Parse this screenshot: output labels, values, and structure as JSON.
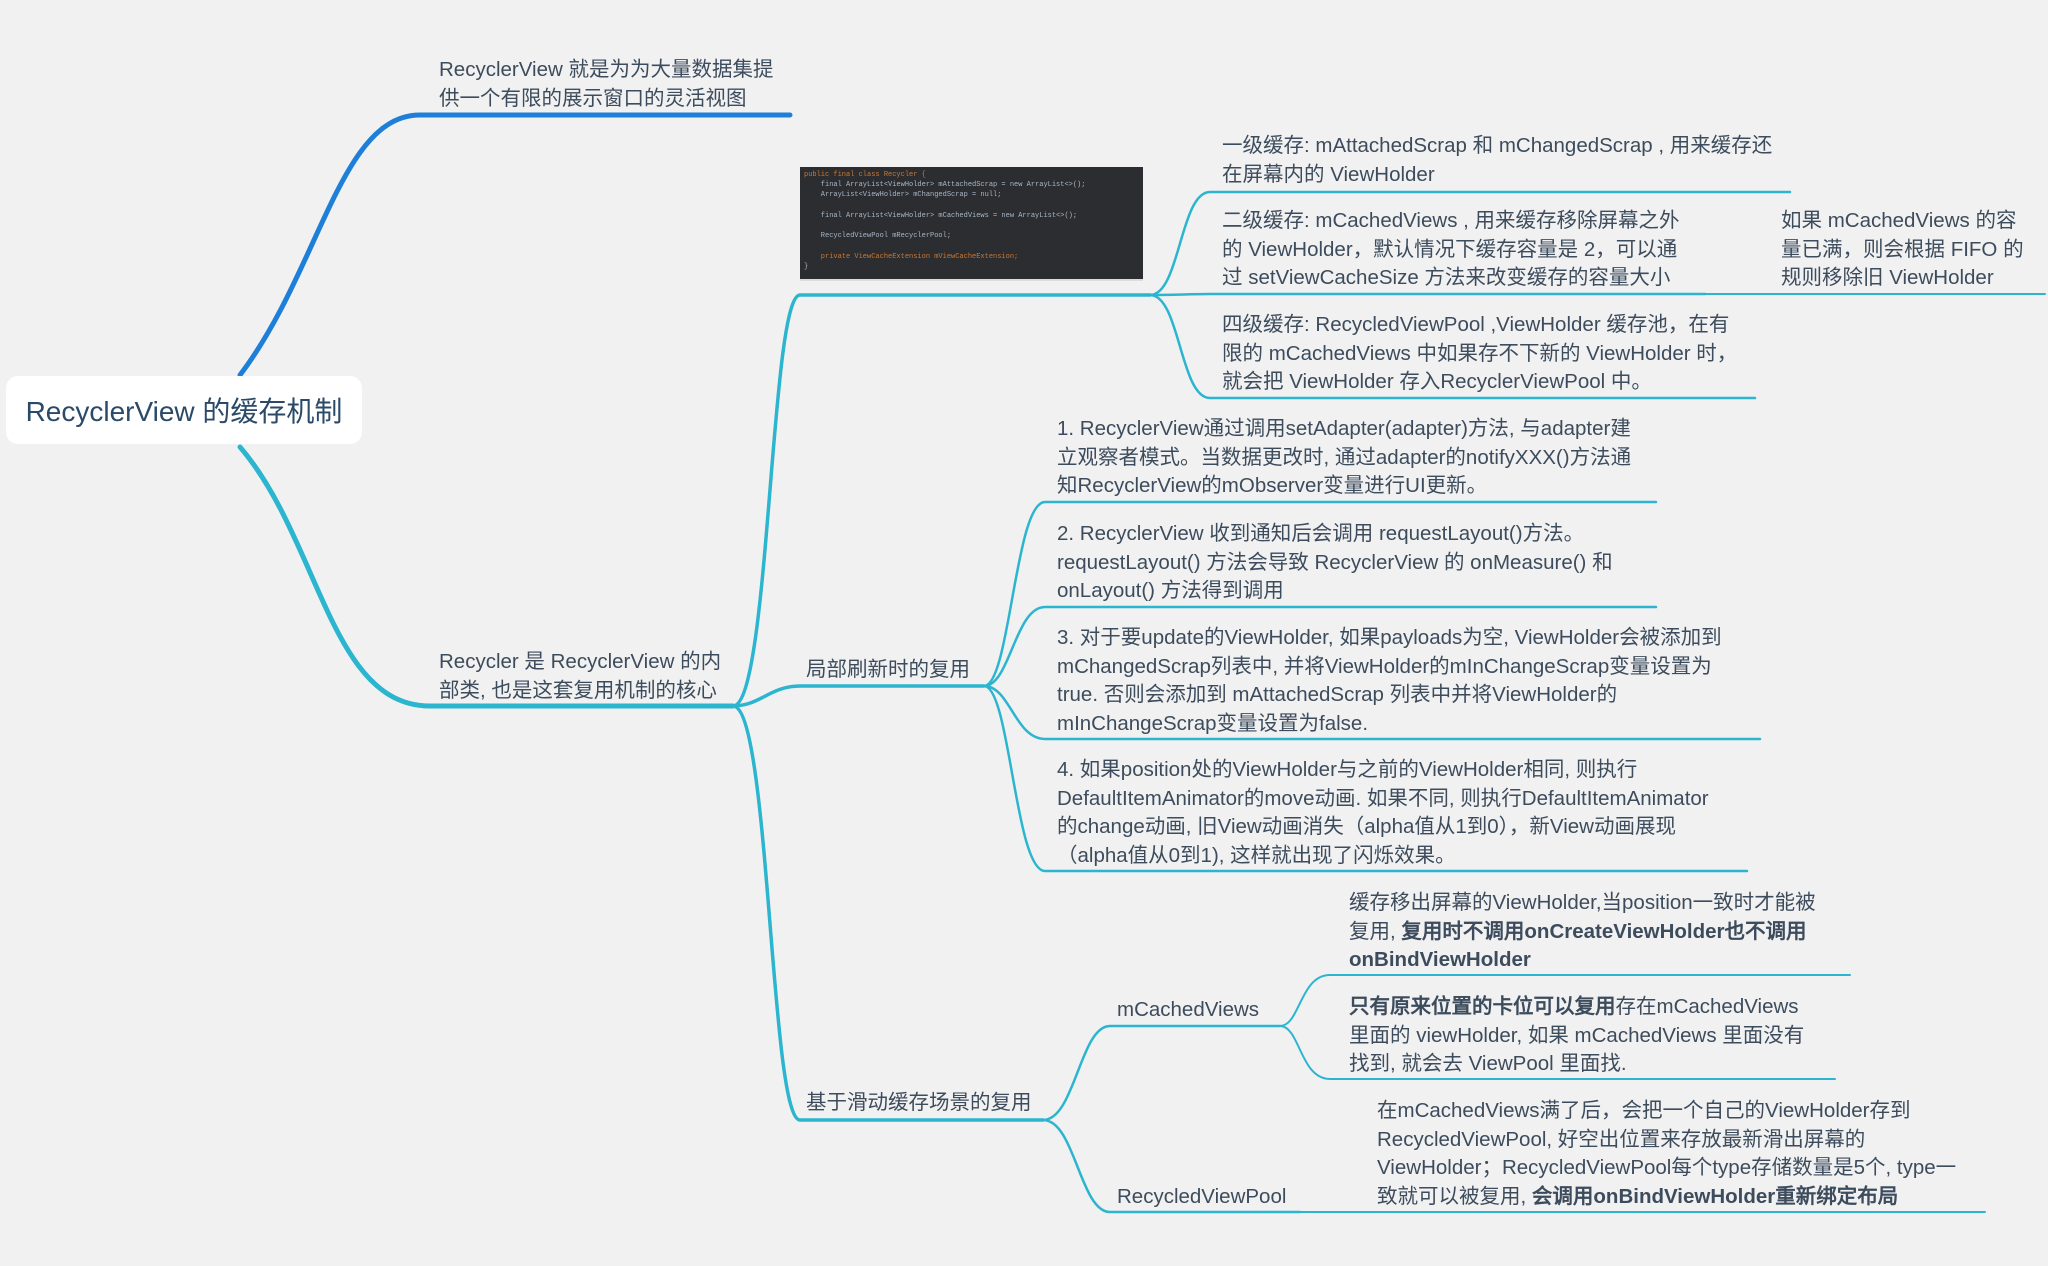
{
  "colors": {
    "background": "#f1f1f2",
    "root_fill": "#ffffff",
    "branch_blue": "#1e7fd9",
    "branch_teal": "#2bb5cf",
    "text": "#3d4c5c"
  },
  "root": {
    "label": "RecyclerView 的缓存机制"
  },
  "intro": {
    "line1": "RecyclerView 就是为为大量数据集提",
    "line2": "供一个有限的展示窗口的灵活视图"
  },
  "recycler": {
    "line1": "Recycler 是 RecyclerView 的内",
    "line2": "部类, 也是这套复用机制的核心"
  },
  "code_image": {
    "lines": [
      "public final class Recycler {",
      "    final ArrayList<ViewHolder> mAttachedScrap = new ArrayList<>();",
      "    ArrayList<ViewHolder> mChangedScrap = null;",
      "",
      "    final ArrayList<ViewHolder> mCachedViews = new ArrayList<>();",
      "",
      "    RecycledViewPool mRecyclerPool;",
      "",
      "    private ViewCacheExtension mViewCacheExtension;",
      "}"
    ]
  },
  "cache_levels": {
    "level1": {
      "line1": "一级缓存: mAttachedScrap 和 mChangedScrap , 用来缓存还",
      "line2": "在屏幕内的 ViewHolder"
    },
    "level2": {
      "line1": "二级缓存: mCachedViews , 用来缓存移除屏幕之外",
      "line2": "的 ViewHolder，默认情况下缓存容量是 2，可以通",
      "line3": "过 setViewCacheSize 方法来改变缓存的容量大小"
    },
    "level2_note": {
      "line1": "如果 mCachedViews 的容",
      "line2": "量已满，则会根据 FIFO 的",
      "line3": "规则移除旧 ViewHolder"
    },
    "level4": {
      "line1": "四级缓存: RecycledViewPool ,ViewHolder 缓存池，在有",
      "line2": "限的 mCachedViews 中如果存不下新的 ViewHolder 时，",
      "line3": "就会把 ViewHolder 存入RecyclerViewPool 中。"
    }
  },
  "partial_refresh": {
    "label": "局部刷新时的复用",
    "step1": {
      "line1": "1. RecyclerView通过调用setAdapter(adapter)方法, 与adapter建",
      "line2": "立观察者模式。当数据更改时, 通过adapter的notifyXXX()方法通",
      "line3": "知RecyclerView的mObserver变量进行UI更新。"
    },
    "step2": {
      "line1": "2. RecyclerView 收到通知后会调用 requestLayout()方法。",
      "line2": "requestLayout() 方法会导致 RecyclerView 的 onMeasure() 和",
      "line3": "onLayout() 方法得到调用"
    },
    "step3": {
      "line1": "3. 对于要update的ViewHolder, 如果payloads为空, ViewHolder会被添加到",
      "line2": "mChangedScrap列表中, 并将ViewHolder的mInChangeScrap变量设置为",
      "line3": "true. 否则会添加到 mAttachedScrap 列表中并将ViewHolder的",
      "line4": "mInChangeScrap变量设置为false."
    },
    "step4": {
      "line1": "4. 如果position处的ViewHolder与之前的ViewHolder相同, 则执行",
      "line2": "DefaultItemAnimator的move动画. 如果不同, 则执行DefaultItemAnimator",
      "line3": "的change动画, 旧View动画消失（alpha值从1到0），新View动画展现",
      "line4": "（alpha值从0到1), 这样就出现了闪烁效果。"
    }
  },
  "scroll_cache": {
    "label": "基于滑动缓存场景的复用",
    "mcachedviews": {
      "label": "mCachedViews",
      "note1": {
        "line1": "缓存移出屏幕的ViewHolder,当position一致时才能被",
        "line2_plain": "复用, ",
        "line2_bold": "复用时不调用onCreateViewHolder也不调用",
        "line3_bold": "onBindViewHolder"
      },
      "note2": {
        "line1_bold": "只有原来位置的卡位可以复用",
        "line1_plain": "存在mCachedViews",
        "line2": "里面的 viewHolder, 如果 mCachedViews 里面没有",
        "line3": "找到, 就会去 ViewPool 里面找."
      }
    },
    "recycledviewpool": {
      "label": "RecycledViewPool",
      "note": {
        "line1": "在mCachedViews满了后，会把一个自己的ViewHolder存到",
        "line2": "RecycledViewPool, 好空出位置来存放最新滑出屏幕的",
        "line3": "ViewHolder；RecycledViewPool每个type存储数量是5个, type一",
        "line4_plain": "致就可以被复用, ",
        "line4_bold": "会调用onBindViewHolder重新绑定布局"
      }
    }
  }
}
